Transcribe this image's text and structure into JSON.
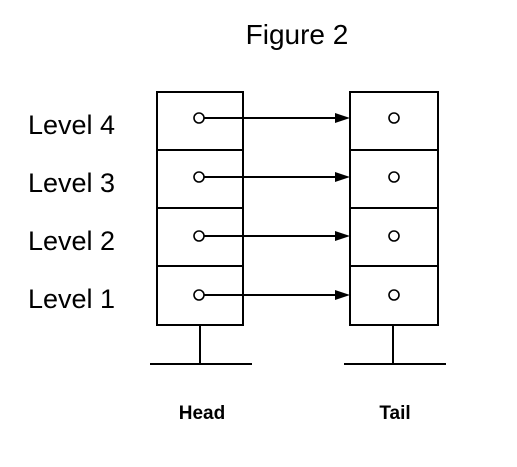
{
  "title": "Figure 2",
  "levels": [
    {
      "label": "Level 4"
    },
    {
      "label": "Level 3"
    },
    {
      "label": "Level 2"
    },
    {
      "label": "Level 1"
    }
  ],
  "nodes": {
    "head": "Head",
    "tail": "Tail"
  },
  "colors": {
    "stroke": "#000000",
    "background": "#ffffff"
  }
}
